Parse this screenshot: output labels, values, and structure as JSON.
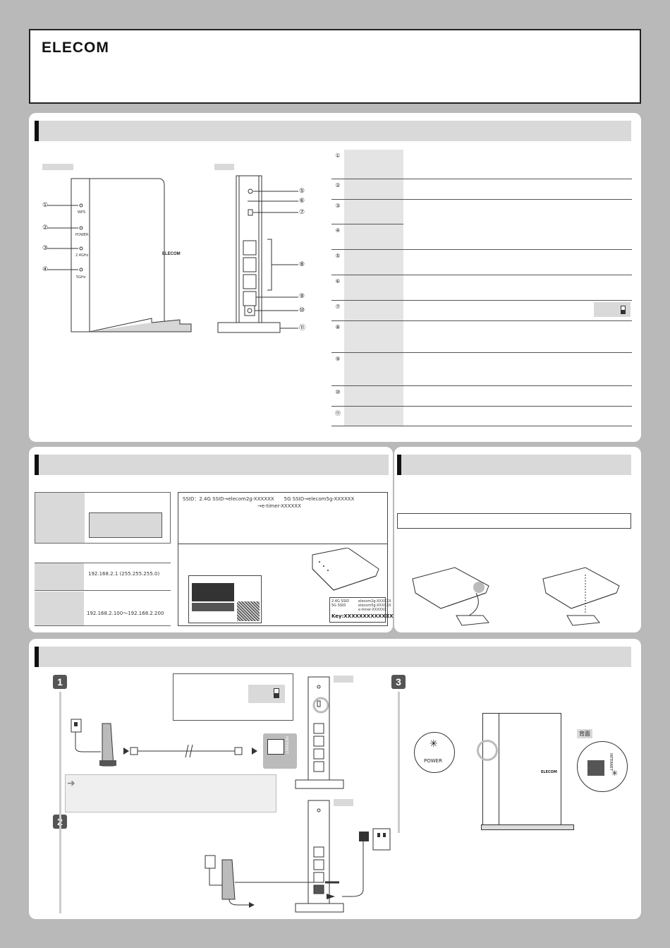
{
  "brand": {
    "logo_text": "ELECOM"
  },
  "section1": {
    "front_numbers": [
      "①",
      "②",
      "③",
      "④"
    ],
    "front_leds": [
      "WPS",
      "POWER",
      "2.4GHz",
      "5GHz"
    ],
    "front_logo": "ELECOM",
    "back_numbers": [
      "⑤",
      "⑥",
      "⑦",
      "⑧",
      "⑨",
      "⑩",
      "⑪"
    ],
    "table_numbers": [
      "①",
      "②",
      "③",
      "④",
      "⑤",
      "⑥",
      "⑦",
      "⑧",
      "⑨",
      "⑩",
      "⑪"
    ]
  },
  "section2": {
    "ip_address": "192.168.2.1 (255.255.255.0)",
    "dhcp_range": "192.168.2.100〜192.168.2.200",
    "ssid_line1": "SSID：2.4G SSID→elecom2g-XXXXXX　　5G SSID→elecom5g-XXXXXX",
    "ssid_line2": "→e-timer-XXXXXX",
    "label_2g": "2.4G SSID",
    "label_5g": "5G SSID",
    "label_2g_val": "elecom2g-XXXXXX",
    "label_5g_val": "elecom5g-XXXXXX",
    "label_timer": "e-timer-XXXXXX",
    "key_text": "Key:XXXXXXXXXXXXX"
  },
  "section4": {
    "step1": "1",
    "step2": "2",
    "step3": "3",
    "internet_label": "INTERNET",
    "power_label": "POWER",
    "back_label": "背面",
    "router_logo": "ELECOM"
  }
}
